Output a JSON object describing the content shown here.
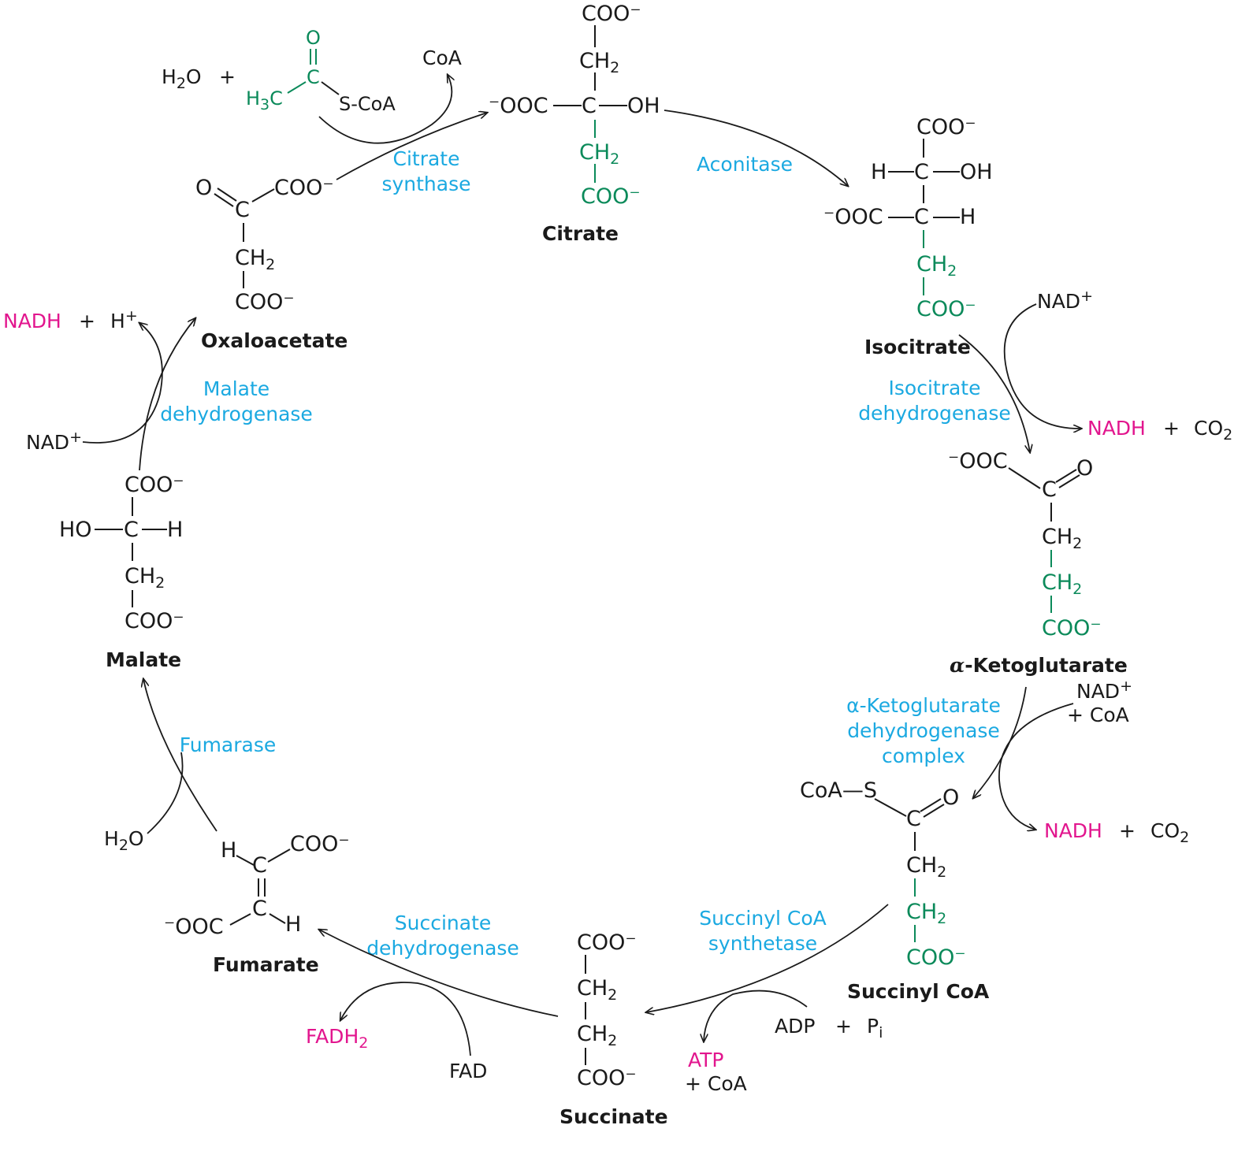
{
  "molecules": {
    "citrate": {
      "name": "Citrate",
      "top_coo": "COO⁻",
      "ch2_top": "CH",
      "left": "⁻OOC",
      "center": "C",
      "oh": "OH",
      "ch2_bottom": "CH",
      "bottom_coo": "COO⁻"
    },
    "isocitrate": {
      "name": "Isocitrate",
      "top_coo": "COO⁻",
      "h1": "H",
      "c1": "C",
      "oh": "OH",
      "left": "⁻OOC",
      "c2": "C",
      "h2": "H",
      "ch2": "CH",
      "bottom_coo": "COO⁻"
    },
    "alpha_ketoglutarate": {
      "name_prefix": "α",
      "name": "-Ketoglutarate",
      "ooc": "⁻OOC",
      "c": "C",
      "o": "O",
      "ch2_1": "CH",
      "ch2_2": "CH",
      "coo": "COO⁻"
    },
    "succinyl_coa": {
      "name": "Succinyl CoA",
      "coa_s": "CoA—S",
      "c": "C",
      "o": "O",
      "ch2_1": "CH",
      "ch2_2": "CH",
      "coo": "COO⁻"
    },
    "succinate": {
      "name": "Succinate",
      "coo_top": "COO⁻",
      "ch2_1": "CH",
      "ch2_2": "CH",
      "coo_bottom": "COO⁻"
    },
    "fumarate": {
      "name": "Fumarate",
      "h1": "H",
      "c1": "C",
      "coo": "COO⁻",
      "ooc": "⁻OOC",
      "c2": "C",
      "h2": "H"
    },
    "malate": {
      "name": "Malate",
      "coo_top": "COO⁻",
      "ho": "HO",
      "c": "C",
      "h": "H",
      "ch2": "CH",
      "coo_bottom": "COO⁻"
    },
    "oxaloacetate": {
      "name": "Oxaloacetate",
      "o": "O",
      "c": "C",
      "coo": "COO⁻",
      "ch2": "CH",
      "coo_bottom": "COO⁻"
    },
    "acetyl_coa": {
      "o": "O",
      "c": "C",
      "h3c_h": "H",
      "h3c_c": "C",
      "scoa": "S-CoA"
    }
  },
  "enzymes": {
    "citrate_synthase": [
      "Citrate",
      "synthase"
    ],
    "aconitase": [
      "Aconitase"
    ],
    "isocitrate_dh": [
      "Isocitrate",
      "dehydrogenase"
    ],
    "akg_dh": [
      "α-Ketoglutarate",
      "dehydrogenase",
      "complex"
    ],
    "succinyl_coa_synthetase": [
      "Succinyl CoA",
      "synthetase"
    ],
    "succinate_dh": [
      "Succinate",
      "dehydrogenase"
    ],
    "fumarase": [
      "Fumarase"
    ],
    "malate_dh": [
      "Malate",
      "dehydrogenase"
    ]
  },
  "cofactors": {
    "h2o_top": "H",
    "plus": "+",
    "coa_out": "CoA",
    "nad": "NAD",
    "plus_sup": "+",
    "nadh": "NADH",
    "co2": "CO",
    "akg_coa_in": "+  CoA",
    "adp": "ADP",
    "pi": "P",
    "pi_sub": "i",
    "atp": "ATP",
    "atp_coa": "+  CoA",
    "fad": "FAD",
    "fadh": "FADH",
    "h2o_fumarase": "H",
    "o": "O",
    "h_plus": "H",
    "sub2": "2",
    "sub3": "3"
  },
  "colors": {
    "text": "#1a1a1a",
    "green": "#0b8a5a",
    "enzyme_blue": "#1ba9e1",
    "product_magenta": "#e2168e"
  }
}
